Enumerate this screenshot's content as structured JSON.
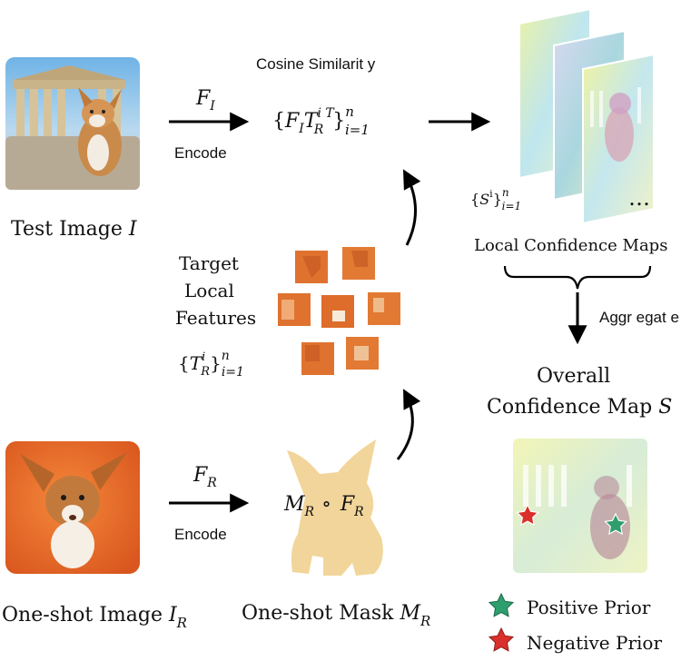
{
  "test_image": {
    "caption": "Test Image ",
    "symbol": "I"
  },
  "oneshot_image": {
    "caption": "One-shot Image ",
    "symbol": "I",
    "sub": "R"
  },
  "oneshot_mask": {
    "caption": "One-shot Mask ",
    "symbol": "M",
    "sub": "R"
  },
  "encode_top": {
    "label": "Encode",
    "feature": "F",
    "sub": "I"
  },
  "encode_bottom": {
    "label": "Encode",
    "feature": "F",
    "sub": "R"
  },
  "mask_formula": {
    "m": "M",
    "m_sub": "R",
    "op": "∘",
    "f": "F",
    "f_sub": "R"
  },
  "cosine": {
    "label": "Cosine Similarit y"
  },
  "similarity_formula": {
    "open": "{",
    "f": "F",
    "f_sub": "I",
    "t": "T",
    "t_sub": "R",
    "t_sup": "i T",
    "close": "}",
    "sup_n": "n",
    "sub_i": "i=1"
  },
  "target_features": {
    "line1": "Target",
    "line2": "Local",
    "line3": "Features",
    "t": "T",
    "t_sub": "R",
    "t_sup": "i",
    "sup_n": "n",
    "sub_i": "i=1"
  },
  "local_maps": {
    "label": "Local Confidence Maps",
    "s": "S",
    "s_sup": "i",
    "sup_n": "n",
    "sub_i": "i=1",
    "ellipsis": "…"
  },
  "aggregate": {
    "label": "Aggr egat e"
  },
  "overall": {
    "line1": "Overall",
    "line2": "Confidence Map ",
    "symbol": "S"
  },
  "legend": {
    "positive": "Positive Prior",
    "negative": "Negative Prior"
  },
  "colors": {
    "arrow": "#000000",
    "mask": "#f2d59a",
    "patch": "#e0722f",
    "positive_star": "#2f9e6e",
    "negative_star": "#d9302c"
  }
}
